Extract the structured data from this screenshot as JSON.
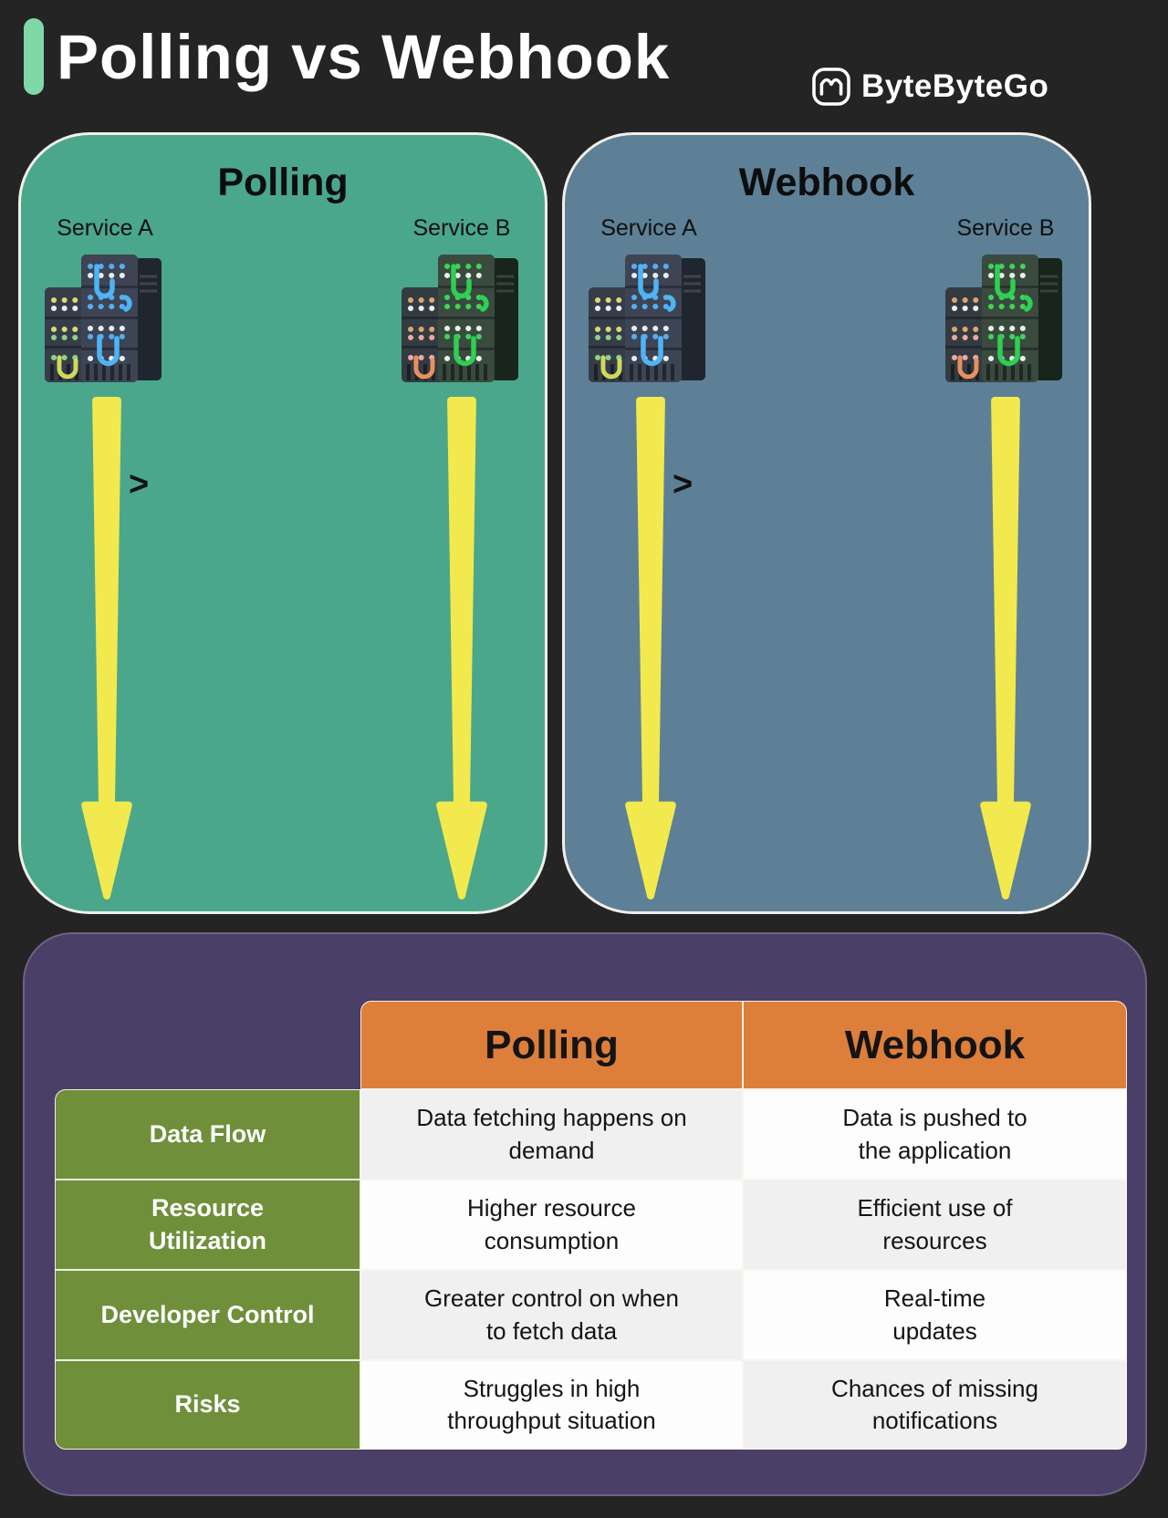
{
  "title": {
    "text": "Polling vs Webhook"
  },
  "brand": {
    "name": "ByteByteGo"
  },
  "panels": [
    {
      "title": "Polling",
      "chevron": ">",
      "services": [
        {
          "label": "Service A"
        },
        {
          "label": "Service B"
        }
      ]
    },
    {
      "title": "Webhook",
      "chevron": ">",
      "services": [
        {
          "label": "Service A"
        },
        {
          "label": "Service B"
        }
      ]
    }
  ],
  "comparison_table": {
    "column_headers": [
      "Polling",
      "Webhook"
    ],
    "rows": [
      {
        "label": "Data Flow",
        "polling": "Data fetching happens on\ndemand",
        "webhook": "Data is pushed to\nthe application"
      },
      {
        "label": "Resource\nUtilization",
        "polling": "Higher resource\nconsumption",
        "webhook": "Efficient use of\nresources"
      },
      {
        "label": "Developer Control",
        "polling": "Greater control on when\nto fetch data",
        "webhook": "Real-time\nupdates"
      },
      {
        "label": "Risks",
        "polling": "Struggles in high\nthroughput situation",
        "webhook": "Chances of missing\nnotifications"
      }
    ]
  },
  "colors": {
    "background": "#242424",
    "accent_bar": "#7fd8a6",
    "polling_panel": "#4aa78c",
    "webhook_panel": "#5d8096",
    "table_panel": "#4a3f66",
    "header_cell": "#dd7e3b",
    "row_label": "#6f8f3b",
    "arrow": "#f2e94e",
    "panel_border": "#f1efe9",
    "cell_gray": "#f0f0f0",
    "cell_light": "#fdfdfd",
    "cell_text": "#141414"
  }
}
